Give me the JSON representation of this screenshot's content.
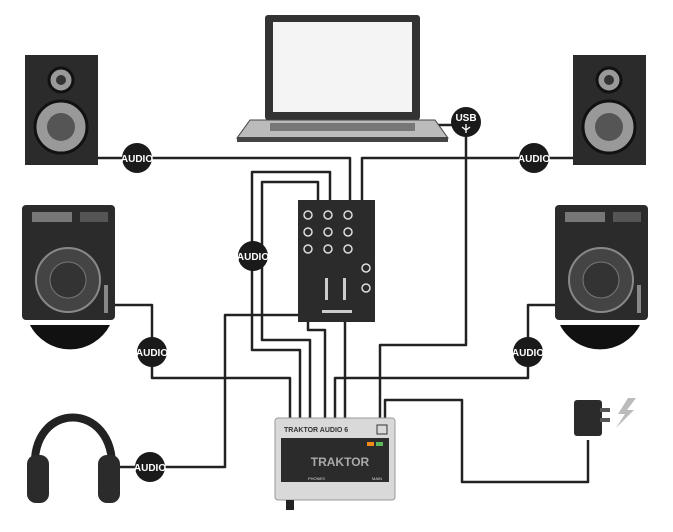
{
  "labels": {
    "audio_speaker_left": "AUDIO",
    "audio_speaker_right": "AUDIO",
    "audio_mixer": "AUDIO",
    "audio_deck_left": "AUDIO",
    "audio_deck_right": "AUDIO",
    "audio_headphones": "AUDIO",
    "usb": "USB"
  },
  "interface": {
    "top_label": "TRAKTOR AUDIO 6",
    "brand": "TRAKTOR",
    "phones_label": "PHONES",
    "main_label": "MAIN"
  },
  "colors": {
    "badge": "#1a1a1a",
    "device": "#2a2a2a",
    "interface_body": "#d9d9d9",
    "indicator_orange": "#f08a1c",
    "indicator_green": "#5cb85c"
  }
}
